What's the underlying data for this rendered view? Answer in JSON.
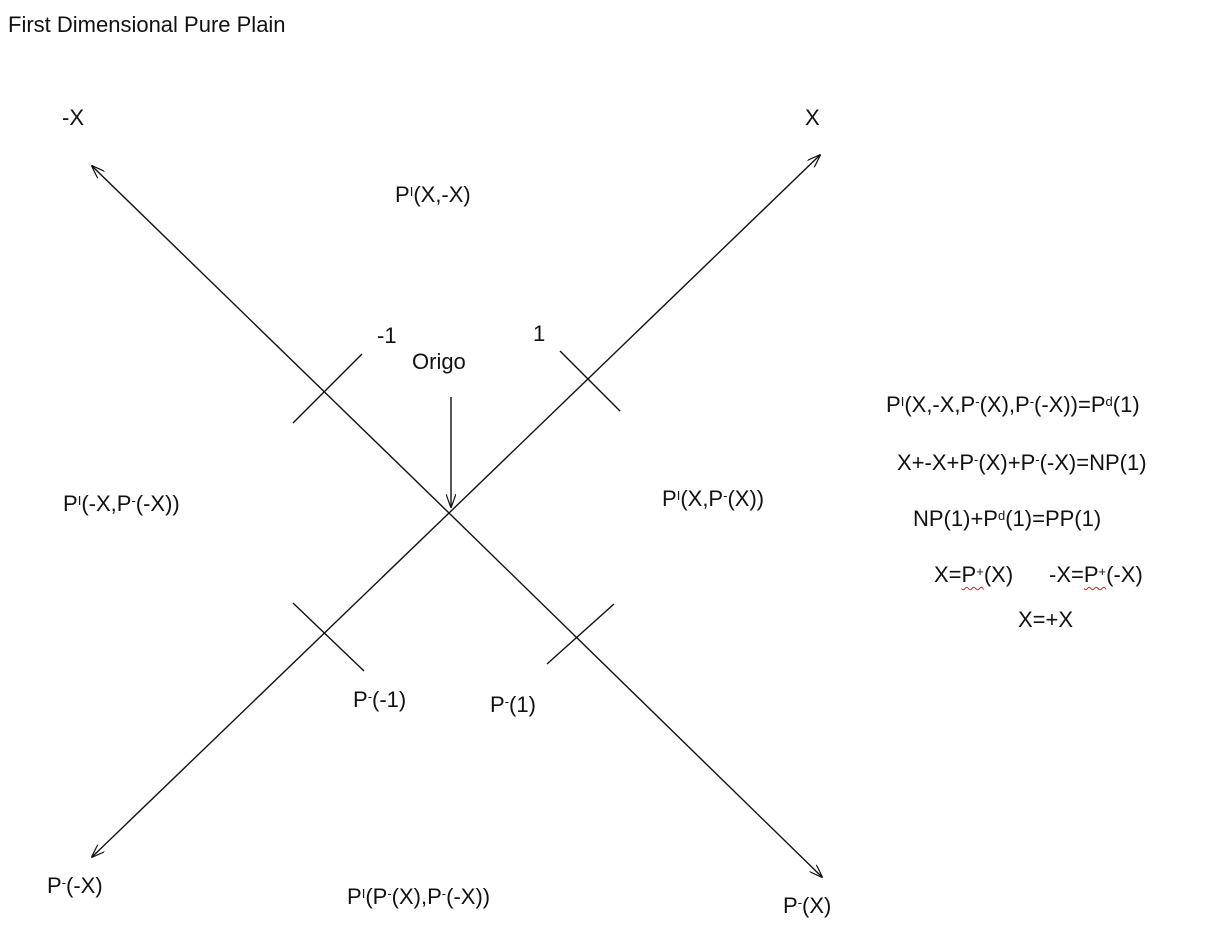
{
  "title": "First Dimensional Pure Plain",
  "axes": {
    "pos_x": "X",
    "neg_x": "-X",
    "pos_label": "1",
    "neg_label": "-1",
    "origin": "Origo"
  },
  "regions": {
    "top": [
      "P",
      "I",
      "(X,-X)"
    ],
    "left": [
      "P",
      "I",
      "(-X,P",
      "-",
      "(-X))"
    ],
    "right": [
      "P",
      "I",
      "(X,P",
      "-",
      "(X))"
    ],
    "bottom": [
      "P",
      "I",
      "(P",
      "-",
      "(X),P",
      "-",
      "(-X))"
    ]
  },
  "projections": {
    "p_neg1": [
      "P",
      "-",
      "(-1)"
    ],
    "p_1": [
      "P",
      "-",
      "(1)"
    ],
    "p_negx": [
      "P",
      "-",
      "(-X)"
    ],
    "p_x": [
      "P",
      "-",
      "(X)"
    ]
  },
  "equations": {
    "eq1": [
      "P",
      "I",
      "(X,-X,P",
      "-",
      "(X),P",
      "-",
      "(-X))=P",
      "d",
      "(1)"
    ],
    "eq2": [
      "X+-X+P",
      "-",
      "(X)+P",
      "-",
      "(-X)=NP(1)"
    ],
    "eq3": [
      "NP(1)+P",
      "d",
      "(1)=PP(1)"
    ],
    "eq4a": [
      "X=",
      "P",
      "+",
      "(X)"
    ],
    "eq4b": [
      "-X=",
      "P",
      "+",
      "(-X)"
    ],
    "eq5": "X=+X"
  },
  "colors": {
    "line": "#111111",
    "text": "#111111",
    "spell_underline": "#e02020"
  }
}
